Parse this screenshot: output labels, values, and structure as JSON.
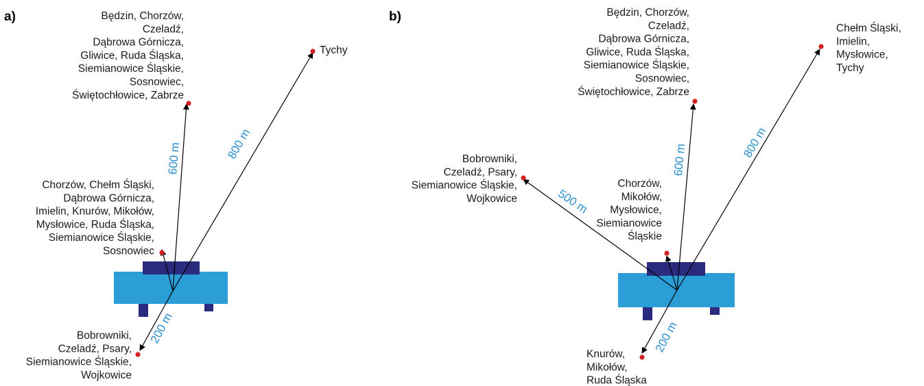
{
  "colors": {
    "building_light": "#2b9ed8",
    "building_dark": "#2a2a7e",
    "point": "#d42020",
    "arrow": "#000000",
    "distance_text": "#2a8fd0"
  },
  "panels": [
    {
      "letter": "a)",
      "arrows": [
        {
          "distance": "200 m",
          "cities": [
            "Bobrowniki,",
            "Czeladź, Psary,",
            "Siemianowice Śląskie,",
            "Wojkowice"
          ]
        },
        {
          "distance": "",
          "cities": [
            "Chorzów, Chełm Śląski,",
            "Dąbrowa Górnicza,",
            "Imielin, Knurów, Mikołów,",
            "Mysłowice, Ruda Śląska,",
            "Siemianowice Śląskie,",
            "Sosnowiec"
          ]
        },
        {
          "distance": "600 m",
          "cities": [
            "Będzin, Chorzów,",
            "Czeladź,",
            "Dąbrowa Górnicza,",
            "Gliwice, Ruda Śląska,",
            "Siemianowice Śląskie,",
            "Sosnowiec,",
            "Świętochłowice, Zabrze"
          ]
        },
        {
          "distance": "800 m",
          "cities": [
            "Tychy"
          ]
        }
      ]
    },
    {
      "letter": "b)",
      "arrows": [
        {
          "distance": "200 m",
          "cities": [
            "Knurów,",
            "Mikołów,",
            "Ruda Śląska"
          ]
        },
        {
          "distance": "",
          "cities": [
            "Chorzów,",
            "Mikołów,",
            "Mysłowice,",
            "Siemianowice",
            "Śląskie"
          ]
        },
        {
          "distance": "500 m",
          "cities": [
            "Bobrowniki,",
            "Czeladź, Psary,",
            "Siemianowice Śląskie,",
            "Wojkowice"
          ]
        },
        {
          "distance": "600 m",
          "cities": [
            "Będzin, Chorzów,",
            "Czeladź,",
            "Dąbrowa Górnicza,",
            "Gliwice, Ruda Śląska,",
            "Siemianowice Śląskie,",
            "Sosnowiec,",
            "Świętochłowice, Zabrze"
          ]
        },
        {
          "distance": "800 m",
          "cities": [
            "Chełm Śląski,",
            "Imielin,",
            "Mysłowice,",
            "Tychy"
          ]
        }
      ]
    }
  ]
}
